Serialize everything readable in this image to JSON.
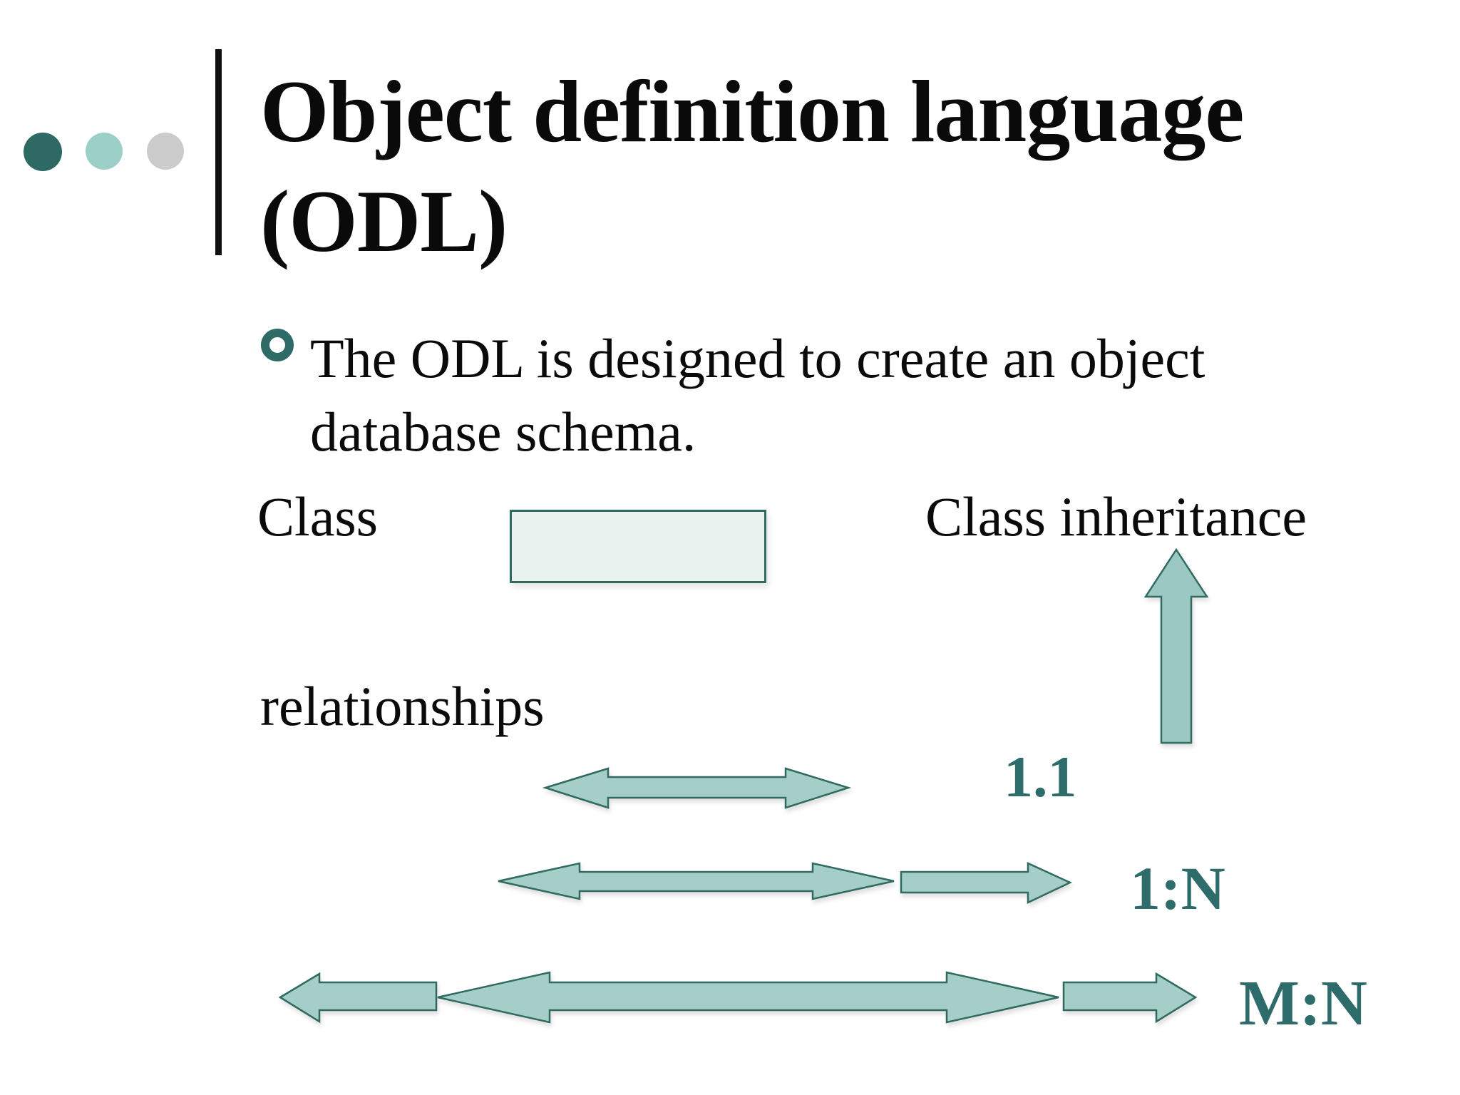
{
  "slide": {
    "title": {
      "lines": [
        "Object definition language",
        "(ODL)"
      ]
    },
    "bullet": {
      "text": "The ODL is designed to create an object database schema."
    },
    "diagram": {
      "class_label": "Class",
      "class_inheritance_label": "Class inheritance",
      "relationships_label": "relationships",
      "cardinalities": [
        {
          "label": "1.1"
        },
        {
          "label": "1:N"
        },
        {
          "label": "M:N"
        }
      ]
    },
    "colors": {
      "dot_dark_teal": "#2E6A63",
      "dot_light_teal": "#9DCFC9",
      "dot_gray": "#CBCBCB",
      "arrow_fill": "#A5CEC9",
      "arrow_stroke": "#2F6B60",
      "inherit_arrow_fill": "#9CC8C3",
      "box_fill": "#E8F3EF",
      "box_border": "#2F6B5E",
      "bullet_ring": "#2F6B66",
      "cardinality_text": "#2E6B6B",
      "text": "#0A0A0A"
    }
  }
}
